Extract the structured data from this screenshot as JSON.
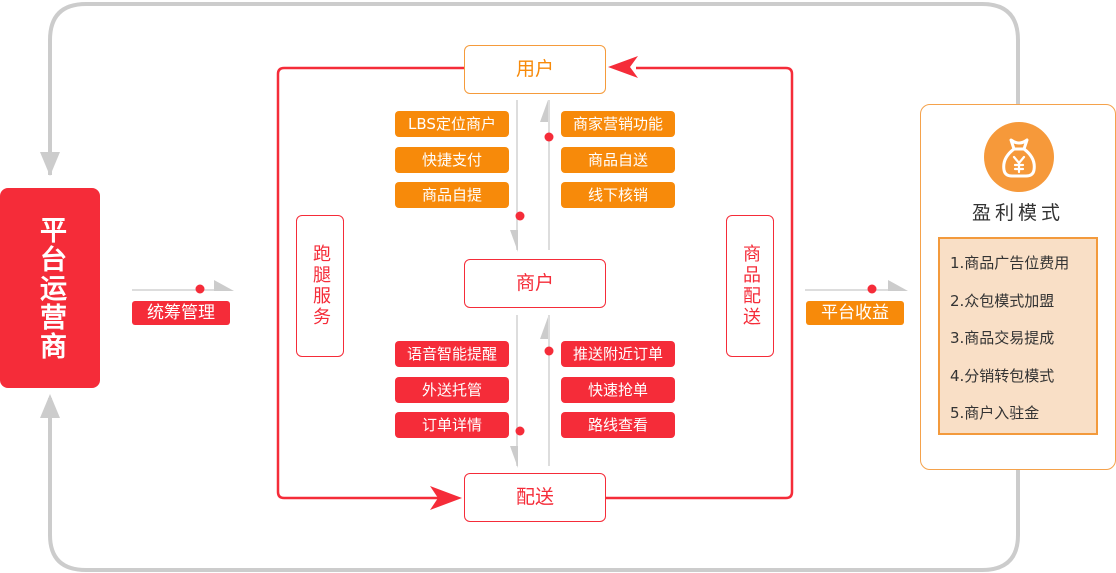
{
  "platform": {
    "label": "平台运营商"
  },
  "left_connector": {
    "label": "统筹管理"
  },
  "right_connector": {
    "label": "平台收益"
  },
  "nodes": {
    "user": "用户",
    "merchant": "商户",
    "delivery": "配送"
  },
  "side_labels": {
    "left": "跑腿服务",
    "right": "商品配送"
  },
  "user_to_merchant": {
    "left": [
      "LBS定位商户",
      "快捷支付",
      "商品自提"
    ],
    "right": [
      "商家营销功能",
      "商品自送",
      "线下核销"
    ]
  },
  "merchant_to_delivery": {
    "left": [
      "语音智能提醒",
      "外送托管",
      "订单详情"
    ],
    "right": [
      "推送附近订单",
      "快速抢单",
      "路线查看"
    ]
  },
  "profit_model": {
    "icon": "money-bag-yen-icon",
    "title": "盈利模式",
    "items": [
      "1.商品广告位费用",
      "2.众包模式加盟",
      "3.商品交易提成",
      "4.分销转包模式",
      "5.商户入驻金"
    ]
  },
  "colors": {
    "red": "#f52c39",
    "orange": "#f78a0a",
    "gray": "#cccccc",
    "profit_bg": "#f9dfc6"
  }
}
